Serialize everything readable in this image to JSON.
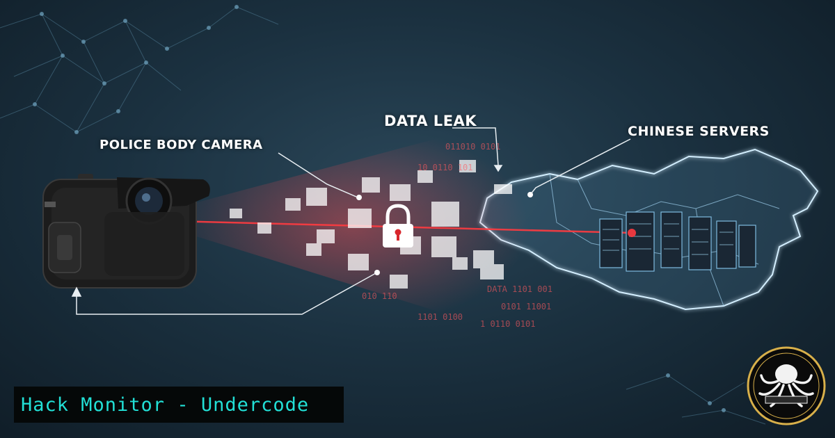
{
  "callouts": {
    "camera": "POLICE BODY CAMERA",
    "leak": "DATA LEAK",
    "servers": "CHINESE SERVERS"
  },
  "brand": {
    "banner_text": "Hack Monitor - Undercode"
  },
  "icons": {
    "lock": "padlock-icon",
    "camera": "body-camera-icon",
    "servers": "server-rack-icon",
    "map": "china-map-icon",
    "logo": "octopus-logo-icon"
  },
  "colors": {
    "background": "#1b3140",
    "data_stream": "#e0353a",
    "map_glow": "#bfe6ff",
    "banner_text": "#22e0d6",
    "banner_bg": "#050808"
  }
}
